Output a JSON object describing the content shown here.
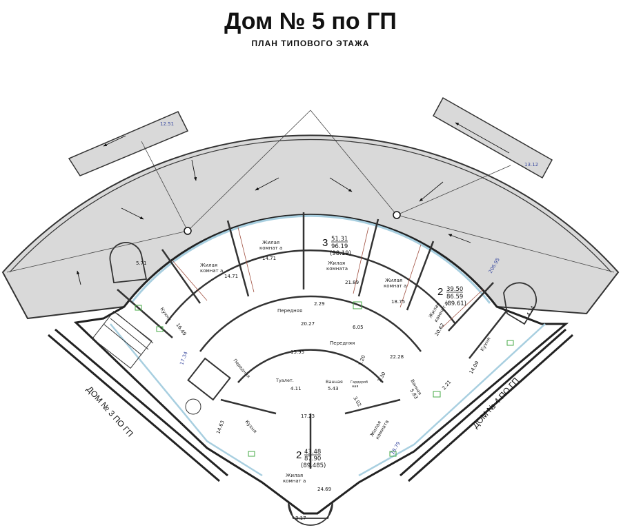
{
  "header": {
    "title": "Дом № 5 по ГП",
    "subtitle": "ПЛАН ТИПОВОГО ЭТАЖА"
  },
  "side_labels": {
    "left": "ДОМ № 3 ПО ГП",
    "right": "ДОМ № 4 ПО ГП"
  },
  "dimensions": {
    "terrace_left": "12.51",
    "terrace_right": "13.12",
    "terrace_big": "206.95",
    "balcony_left": "5.71",
    "balcony_right": "4.24",
    "balcony_bottom": "3.17",
    "stair_corridor": "17.34"
  },
  "apartments": {
    "top": {
      "rooms": "3",
      "living": "51.31",
      "total": "96.19",
      "total_b": "(98.19)"
    },
    "right": {
      "rooms": "2",
      "living": "39.50",
      "total": "86.59",
      "total_b": "(89.61)"
    },
    "bottom": {
      "rooms": "2",
      "living": "43.48",
      "total": "87.90",
      "total_b": "(89.485)"
    }
  },
  "rooms": {
    "kitchen_left_top": {
      "name": "Кухня",
      "area": "16.49"
    },
    "living_a": {
      "name_1": "Жилая",
      "name_2": "комнат а",
      "area": "14.71"
    },
    "living_b": {
      "name_1": "Жилая",
      "name_2": "комнат а",
      "area": "14.71"
    },
    "living_main": {
      "name_1": "Жилая",
      "name_2": "комната",
      "area": "21.89"
    },
    "living_c": {
      "name_1": "Жилая",
      "name_2": "комнат а",
      "area": "18.75"
    },
    "living_d": {
      "name_1": "Жилая",
      "name_2": "комнат а",
      "area": "20.62"
    },
    "kitchen_right": {
      "name": "Кухня",
      "area": "14.09"
    },
    "hall_top": {
      "name": "Передняя",
      "area": "20.27"
    },
    "wc_top": {
      "area": "2.29"
    },
    "bath_top": {
      "area": "6.05"
    },
    "hall_right": {
      "name": "Передняя",
      "area": "22.28"
    },
    "small_a": {
      "area": "1.20"
    },
    "small_b": {
      "area": "1.30"
    },
    "bath_right": {
      "name": "Ванная",
      "area": "5.83"
    },
    "small_c": {
      "area": "2.21"
    },
    "corridor": {
      "area": "15.95"
    },
    "hall_bottom": {
      "name": "Передняя",
      "area": "17.23"
    },
    "wc_bottom": {
      "name": "Туалет.",
      "area": "4.11"
    },
    "bath_bottom": {
      "name": "Ванная",
      "area": "5.43"
    },
    "storage": {
      "name_1": "Гардероб",
      "name_2": "ная",
      "area": "3.02"
    },
    "kitchen_left_bottom": {
      "name": "Кухня",
      "area": "14.63"
    },
    "living_e": {
      "name_1": "Жилая",
      "name_2": "комната",
      "area": "18.79"
    },
    "living_bottom": {
      "name_1": "Жилая",
      "name_2": "комнат а",
      "area": "24.69"
    }
  },
  "colors": {
    "terrace_fill": "#d9d9d9",
    "wall": "#333333",
    "window": "#a8cfe0",
    "partition": "#a05040"
  }
}
